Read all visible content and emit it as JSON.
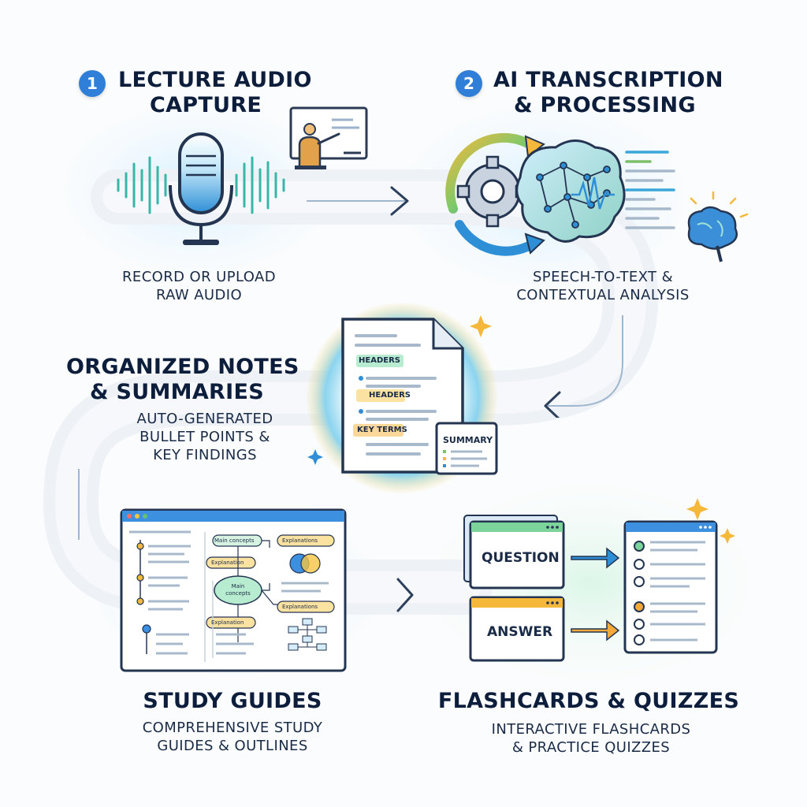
{
  "steps": [
    {
      "number": "1",
      "title_line1": "LECTURE AUDIO",
      "title_line2": "CAPTURE",
      "sub_line1": "RECORD OR UPLOAD",
      "sub_line2": "RAW AUDIO"
    },
    {
      "number": "2",
      "title_line1": "AI TRANSCRIPTION",
      "title_line2": "& PROCESSING",
      "sub_line1": "SPEECH-TO-TEXT &",
      "sub_line2": "CONTEXTUAL ANALYSIS"
    },
    {
      "title_line1": "ORGANIZED NOTES",
      "title_line2": "& SUMMARIES",
      "sub_line1": "AUTO-GENERATED",
      "sub_line2": "BULLET POINTS &",
      "sub_line3": "KEY FINDINGS"
    },
    {
      "title_line1": "STUDY GUIDES",
      "sub_line1": "COMPREHENSIVE STUDY",
      "sub_line2": "GUIDES & OUTLINES"
    },
    {
      "title_line1": "FLASHCARDS & QUIZZES",
      "sub_line1": "INTERACTIVE FLASHCARDS",
      "sub_line2": "& PRACTICE QUIZZES"
    }
  ],
  "notes_doc": {
    "tag1": "HEADERS",
    "tag2": "HEADERS",
    "tag3": "KEY TERMS",
    "summary": "SUMMARY"
  },
  "mindmap": {
    "node_top": "Main concepts",
    "node_left": "Explanation",
    "center_l1": "Main",
    "center_l2": "concepts",
    "node_bottom": "Explanation",
    "right_top": "Explanations",
    "right_mid": "Explanations"
  },
  "flashcards": {
    "question": "QUESTION",
    "answer": "ANSWER"
  },
  "colors": {
    "badge": "#2f7fd8",
    "green_tag": "#b8ecd0",
    "yellow_tag": "#fbe2a0",
    "orange_tag": "#fbd79a",
    "accent_blue": "#3d8fe0"
  }
}
